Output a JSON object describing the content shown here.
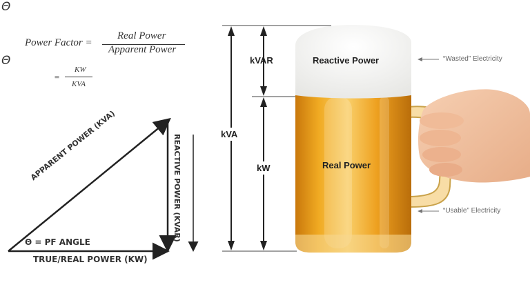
{
  "formula": {
    "theta_symbol": "Θ",
    "power_factor_label": "Power Factor =",
    "numerator": "Real Power",
    "denominator": "Apparent Power",
    "equals": "=",
    "kw_numerator": "KW",
    "kva_denominator": "KVA"
  },
  "triangle": {
    "hypotenuse_label": "APPARENT POWER (KVA)",
    "vertical_label": "REACTIVE POWER (KVAR)",
    "base_label": "TRUE/REAL POWER (KW)",
    "angle_label": "Θ = PF ANGLE"
  },
  "beer": {
    "kvar_label": "kVAR",
    "kva_label": "kVA",
    "kw_label": "kW",
    "reactive_label": "Reactive Power",
    "real_label": "Real Power",
    "wasted_note": "“Wasted” Electricity",
    "usable_note": "“Usable” Electricity"
  },
  "colors": {
    "beer": "#e8a21a",
    "foam": "#f4f4f2",
    "ink": "#222222",
    "skin": "#f1c3a3"
  }
}
